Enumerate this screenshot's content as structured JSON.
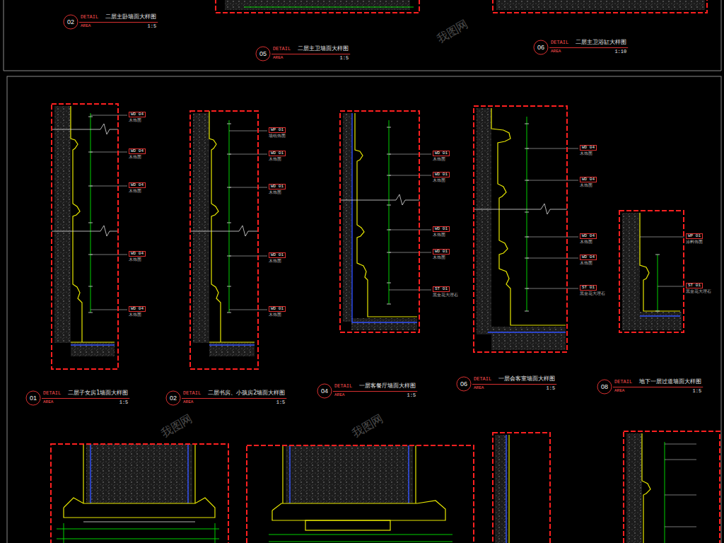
{
  "diagram": {
    "nodes": [
      {
        "text": [
          "02",
          "DETAIL",
          "二层主卧墙面大样图",
          "AREA",
          "1:5"
        ]
      },
      {
        "text": [
          "05",
          "DETAIL",
          "二层主卫墙面大样图",
          "AREA",
          "1:5"
        ]
      },
      {
        "text": [
          "06",
          "DETAIL",
          "二层主卫浴缸大样图",
          "AREA",
          "1:10"
        ]
      },
      {
        "text": [
          "01",
          "DETAIL",
          "二层子女房1墙面大样图",
          "AREA",
          "1:5"
        ]
      },
      {
        "text": [
          "02",
          "DETAIL",
          "二层书房、小孩房2墙面大样图",
          "AREA",
          "1:5"
        ]
      },
      {
        "text": [
          "04",
          "DETAIL",
          "一层客餐厅墙面大样图",
          "AREA",
          "1:5"
        ]
      },
      {
        "text": [
          "06",
          "DETAIL",
          "一层会客室墙面大样图",
          "AREA",
          "1:5"
        ]
      },
      {
        "text": [
          "08",
          "DETAIL",
          "地下一层过道墙面大样图",
          "AREA",
          "1:5"
        ]
      }
    ],
    "labels": [
      "WD 04",
      "木饰面",
      "WD 04",
      "木饰面",
      "WD 04",
      "木饰面",
      "WD 04",
      "木饰面",
      "WD 04",
      "木饰面",
      "WP 01",
      "墙纸饰面",
      "WD 01",
      "木饰面",
      "WD 01",
      "木饰面",
      "WD 01",
      "木饰面",
      "WD 01",
      "木饰面",
      "WD 01",
      "木饰面",
      "WD 01",
      "木饰面",
      "WD 01",
      "木饰面",
      "WD 01",
      "木饰面",
      "ST 01",
      "黑金花大理石",
      "WD 04",
      "木饰面",
      "WD 04",
      "木饰面",
      "WD 04",
      "木饰面",
      "WD 04",
      "木饰面",
      "ST 01",
      "黑金花大理石",
      "WP 01",
      "涂料饰面",
      "ST 01",
      "黑金花大理石",
      "我图网",
      "我图网",
      "我图网"
    ]
  }
}
